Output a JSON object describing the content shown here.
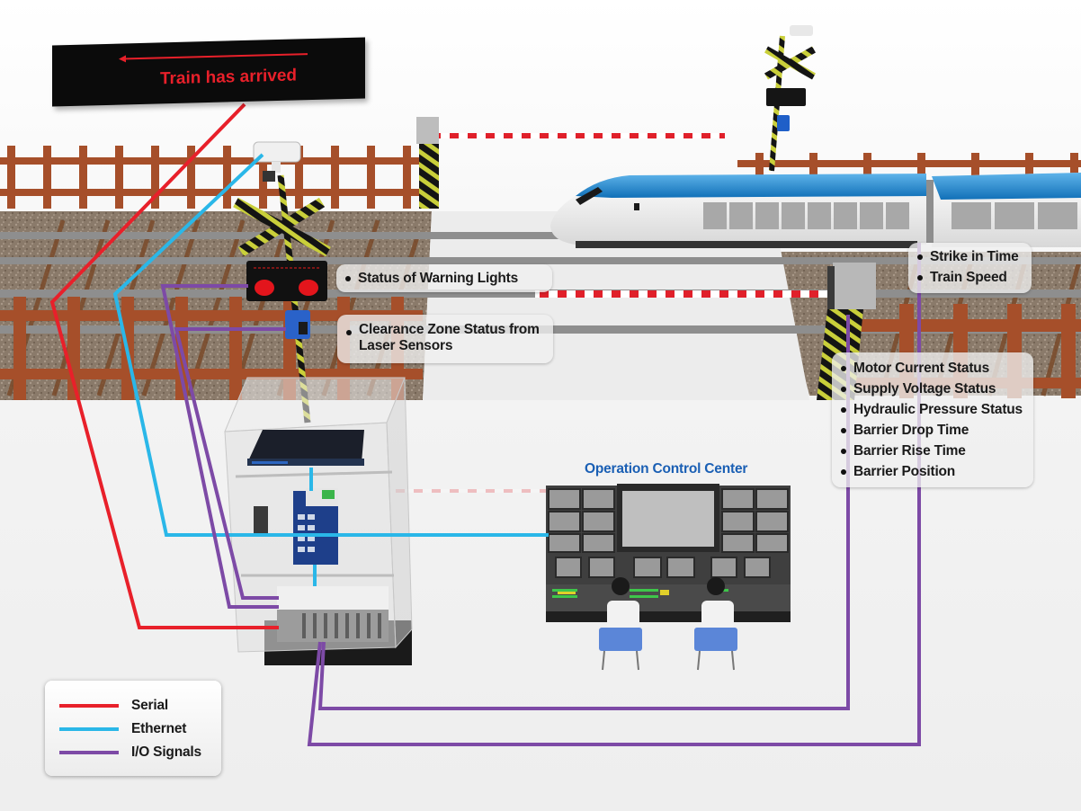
{
  "title": "Railway Level Crossing Monitoring System",
  "colors": {
    "serial": "#e8202a",
    "ethernet": "#2ab7e8",
    "io_signals": "#7d4aa6",
    "heading_blue": "#1a5fb4",
    "train_blue": "#1b7cc4",
    "fence": "#a64f2a"
  },
  "sign": {
    "text": "Train has arrived",
    "icon": "left-arrow-icon"
  },
  "callouts": {
    "warning_lights": {
      "items": [
        "Status of Warning Lights"
      ]
    },
    "clearance_zone": {
      "items": [
        "Clearance Zone Status from Laser Sensors"
      ],
      "line1": "Clearance Zone Status from",
      "line2": "Laser Sensors"
    },
    "train": {
      "items": [
        "Strike in Time",
        "Train Speed"
      ]
    },
    "barrier": {
      "items": [
        "Motor Current Status",
        "Supply Voltage Status",
        "Hydraulic Pressure Status",
        "Barrier Drop Time",
        "Barrier Rise Time",
        "Barrier Position"
      ]
    }
  },
  "control_center": {
    "title": "Operation Control Center"
  },
  "legend": {
    "items": [
      {
        "label": "Serial",
        "color": "#e8202a"
      },
      {
        "label": "Ethernet",
        "color": "#2ab7e8"
      },
      {
        "label": "I/O Signals",
        "color": "#7d4aa6"
      }
    ]
  },
  "components": [
    "message-sign",
    "ip-camera",
    "crossing-signal-left",
    "crossing-signal-right",
    "warning-lights",
    "laser-sensor",
    "barrier-gate-far",
    "barrier-gate-near",
    "high-speed-train",
    "field-cabinet",
    "rack-server",
    "ethernet-switch",
    "io-module",
    "control-console",
    "operators"
  ]
}
